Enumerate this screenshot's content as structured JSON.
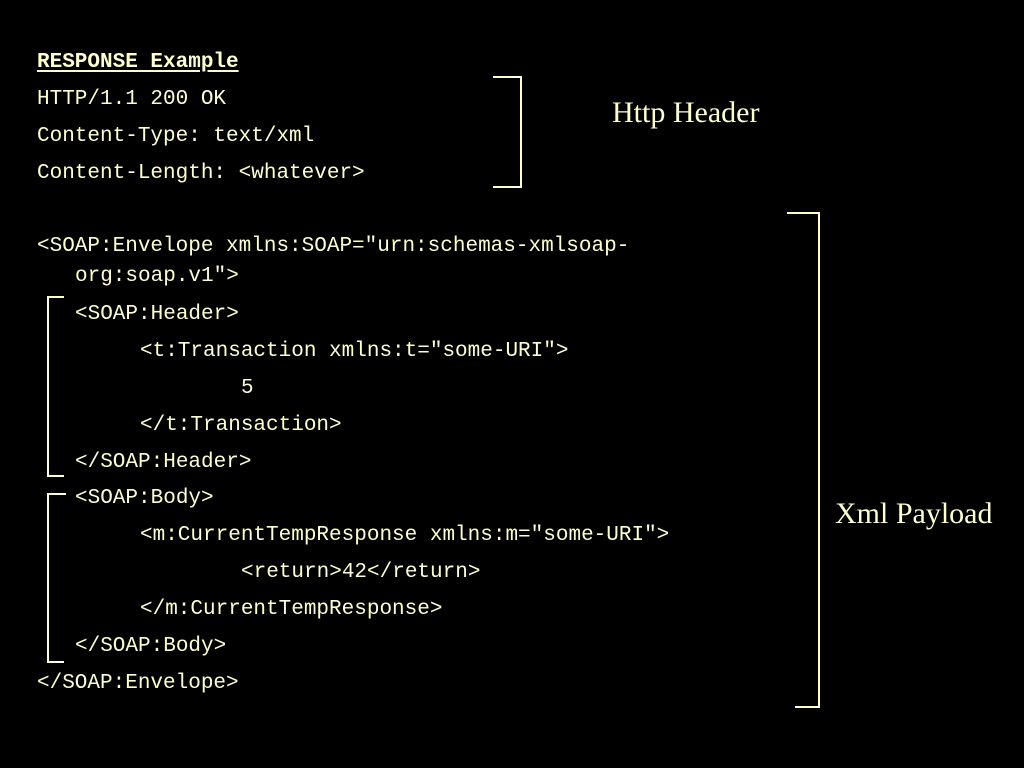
{
  "code_lines": {
    "title": "RESPONSE Example",
    "status": "HTTP/1.1 200 OK",
    "content_type": "Content-Type: text/xml",
    "content_length": "Content-Length: <whatever>",
    "envelope_open_1": "<SOAP:Envelope xmlns:SOAP=\"urn:schemas-xmlsoap-",
    "envelope_open_2": "org:soap.v1\">",
    "header_open": "<SOAP:Header>",
    "transaction_open": "<t:Transaction xmlns:t=\"some-URI\">",
    "transaction_value": "5",
    "transaction_close": "</t:Transaction>",
    "header_close": "</SOAP:Header>",
    "body_open": "<SOAP:Body>",
    "response_open": "<m:CurrentTempResponse xmlns:m=\"some-URI\">",
    "return_line": "<return>42</return>",
    "response_close": "</m:CurrentTempResponse>",
    "body_close": "</SOAP:Body>",
    "envelope_close": "</SOAP:Envelope>"
  },
  "annotations": {
    "http_header": "Http Header",
    "xml_payload": "Xml Payload"
  },
  "colors": {
    "background": "#000000",
    "text": "#ffffcc"
  }
}
